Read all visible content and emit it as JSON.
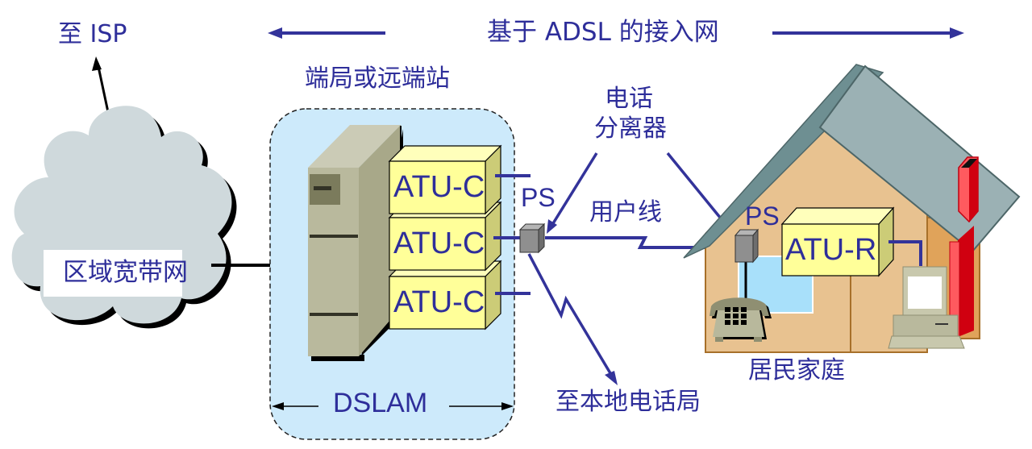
{
  "title": {
    "text": "基于 ADSL 的接入网"
  },
  "labels": {
    "to_isp": "至 ISP",
    "central_office": "端局或远端站",
    "regional_network": "区域宽带网",
    "dslam": "DSLAM",
    "splitter_caption_line1": "电话",
    "splitter_caption_line2": "分离器",
    "ps_left": "PS",
    "ps_right": "PS",
    "subscriber_line": "用户线",
    "to_local_exchange": "至本地电话局",
    "residence": "居民家庭"
  },
  "atu_c_modules": [
    {
      "label": "ATU-C"
    },
    {
      "label": "ATU-C"
    },
    {
      "label": "ATU-C"
    }
  ],
  "atu_r": {
    "label": "ATU-R"
  },
  "icons": {
    "cloud": "cloud-icon",
    "server": "dslam-rack-icon",
    "splitter": "splitter-icon",
    "house": "house-icon",
    "telephone": "telephone-icon",
    "computer": "computer-icon"
  },
  "colors": {
    "text_blue": "#2e2e9a",
    "line_blue": "#33339a",
    "dslam_bg": "#cdeafb",
    "module_yellow": "#ffff99",
    "module_side": "#cccc77",
    "cloud_gray": "#cfd8dc",
    "roof": "#9bb1b4",
    "wall": "#e8c28e",
    "chimney": "#e0001b"
  }
}
